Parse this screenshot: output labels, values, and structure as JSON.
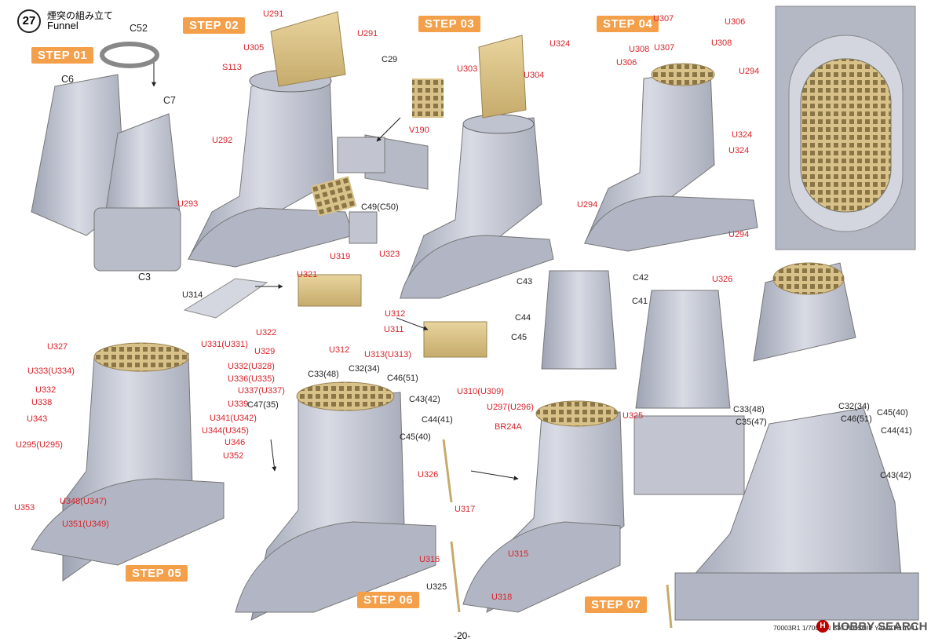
{
  "header": {
    "step_number": "27",
    "title_jp": "煙突の組み立て",
    "title_en": "Funnel"
  },
  "steps": [
    "STEP 01",
    "STEP 02",
    "STEP 03",
    "STEP 04",
    "STEP 05",
    "STEP 06",
    "STEP 07"
  ],
  "labels": {
    "s01": [
      "C52",
      "C6",
      "C7",
      "C3"
    ],
    "s02": [
      "U291",
      "U305",
      "U291",
      "S113",
      "U292",
      "U293",
      "C29",
      "V190",
      "C49(C50)"
    ],
    "s03": [
      "U324",
      "U303",
      "U304",
      "U294"
    ],
    "s04": [
      "U307",
      "U306",
      "U308",
      "U307",
      "U308",
      "U306",
      "U294",
      "U324",
      "U324",
      "U294"
    ],
    "mid": [
      "U314",
      "U319",
      "U323",
      "U321",
      "U322",
      "U312",
      "U311",
      "U312",
      "U313(U313)"
    ],
    "detail": [
      "C43",
      "C42",
      "C41",
      "C44",
      "C45",
      "U326",
      "U325"
    ],
    "s05": [
      "U327",
      "U331(U331)",
      "U329",
      "U333(U334)",
      "U332(U328)",
      "U336(U335)",
      "U332",
      "U337(U337)",
      "U338",
      "U339",
      "U343",
      "U341(U342)",
      "U344(U345)",
      "U295(U295)",
      "U346",
      "U352",
      "U353",
      "U348(U347)",
      "U351(U349)"
    ],
    "s06": [
      "C33(48)",
      "C32(34)",
      "C46(51)",
      "C47(35)",
      "C43(42)",
      "C44(41)",
      "C45(40)"
    ],
    "s07": [
      "U310(U309)",
      "U297(U296)",
      "BR24A",
      "U326",
      "U317",
      "U316",
      "U315",
      "U325",
      "U318"
    ],
    "s08": [
      "C33(48)",
      "C35(47)",
      "C32(34)",
      "C46(51)",
      "C45(40)",
      "C44(41)",
      "C43(42)"
    ]
  },
  "footer": {
    "page": "-20-",
    "code": "70003R1   1/700 IJN BATTLESHIP YAMATO 1941",
    "brand": "HOBBY SEARCH"
  },
  "colors": {
    "step_bg": "#f4a04a",
    "part_gray": "#c9ccd6",
    "etch_tan": "#d9c28a",
    "red_label": "#d8232a"
  }
}
